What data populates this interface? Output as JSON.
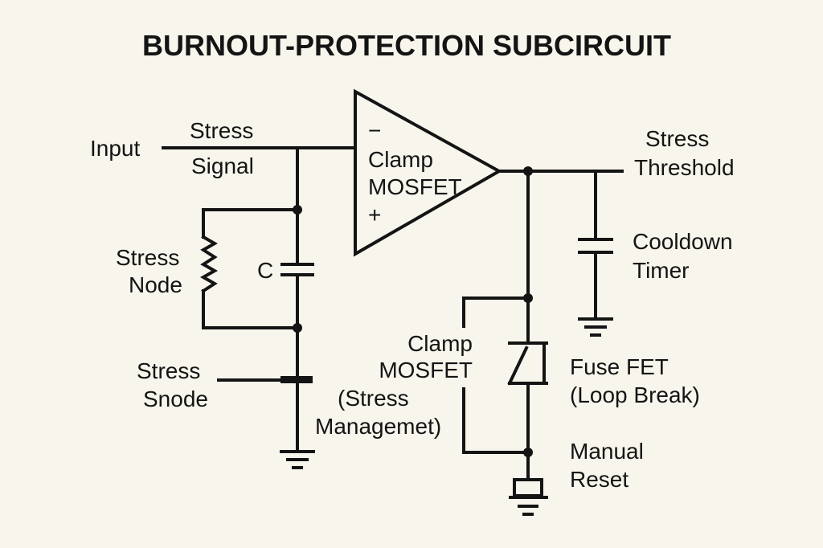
{
  "title": "BURNOUT-PROTECTION SUBCIRCUIT",
  "colors": {
    "background": "#f8f5ec",
    "ink": "#141414"
  },
  "labels": {
    "input": "Input",
    "stress_signal": [
      "Stress",
      "Signal"
    ],
    "opamp_minus": "−",
    "opamp_name": [
      "Clamp",
      "MOSFET"
    ],
    "opamp_plus": "+",
    "stress_threshold": [
      "Stress",
      "Threshold"
    ],
    "cooldown_timer": [
      "Cooldown",
      "Timer"
    ],
    "stress_node": [
      "Stress",
      "Node"
    ],
    "capacitor_c": "C",
    "stress_snode": [
      "Stress",
      "Snode"
    ],
    "clamp_mosfet_mgmt": [
      "Clamp",
      "MOSFET",
      "(Stress",
      "Managemet)"
    ],
    "fuse_fet": [
      "Fuse FET",
      "(Loop Break)"
    ],
    "manual_reset": [
      "Manual",
      "Reset"
    ]
  },
  "components": [
    {
      "id": "op-amp",
      "type": "comparator",
      "name": "Clamp MOSFET"
    },
    {
      "id": "resistor",
      "type": "resistor",
      "name": "Stress Node"
    },
    {
      "id": "capacitor-c",
      "type": "capacitor",
      "name": "C"
    },
    {
      "id": "capacitor-cooldown",
      "type": "capacitor",
      "name": "Cooldown Timer"
    },
    {
      "id": "fuse-fet",
      "type": "fuse",
      "name": "Fuse FET (Loop Break)"
    },
    {
      "id": "manual-reset",
      "type": "push-button",
      "name": "Manual Reset"
    },
    {
      "id": "ground",
      "type": "ground",
      "count": 3
    }
  ]
}
